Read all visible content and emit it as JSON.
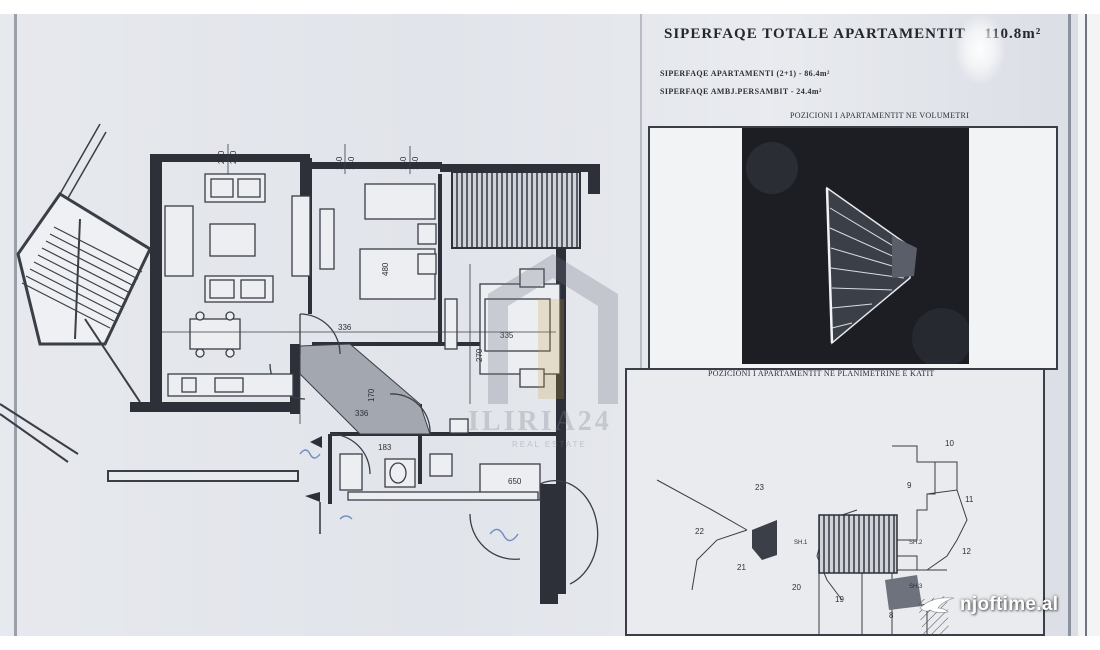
{
  "sheet": {
    "title": "SIPERFAQE TOTALE APARTAMENTIT",
    "total_area": "110.8m²",
    "area_lines": [
      "SIPERFAQE APARTAMENTI (2+1) - 86.4m²",
      "SIPERFAQE AMBJ.PERSAMBIT - 24.4m²"
    ],
    "photo_caption": "POZICIONI I APARTAMENTIT NE VOLUMETRI",
    "plan_caption": "POZICIONI I APARTAMENTIT NE PLANIMETRINE E KATIT"
  },
  "floorplan": {
    "dimensions": [
      "220",
      "230",
      "140",
      "140",
      "140",
      "140",
      "480",
      "336",
      "335",
      "270",
      "170",
      "336",
      "183",
      "650"
    ],
    "keyplan_numbers": [
      "10",
      "9",
      "11",
      "12",
      "23",
      "22",
      "21",
      "20",
      "19",
      "8",
      "SH.1",
      "SH.2",
      "SH.3"
    ]
  },
  "watermark": {
    "text": "ILIRIA24",
    "subtitle": "REAL ESTATE"
  },
  "site_badge": {
    "text": "njoftime.al",
    "icon": "bird-logo-icon"
  },
  "colors": {
    "paper": "#e1e4ea",
    "ink": "#23262c",
    "photo_dark": "#1c1e24"
  }
}
